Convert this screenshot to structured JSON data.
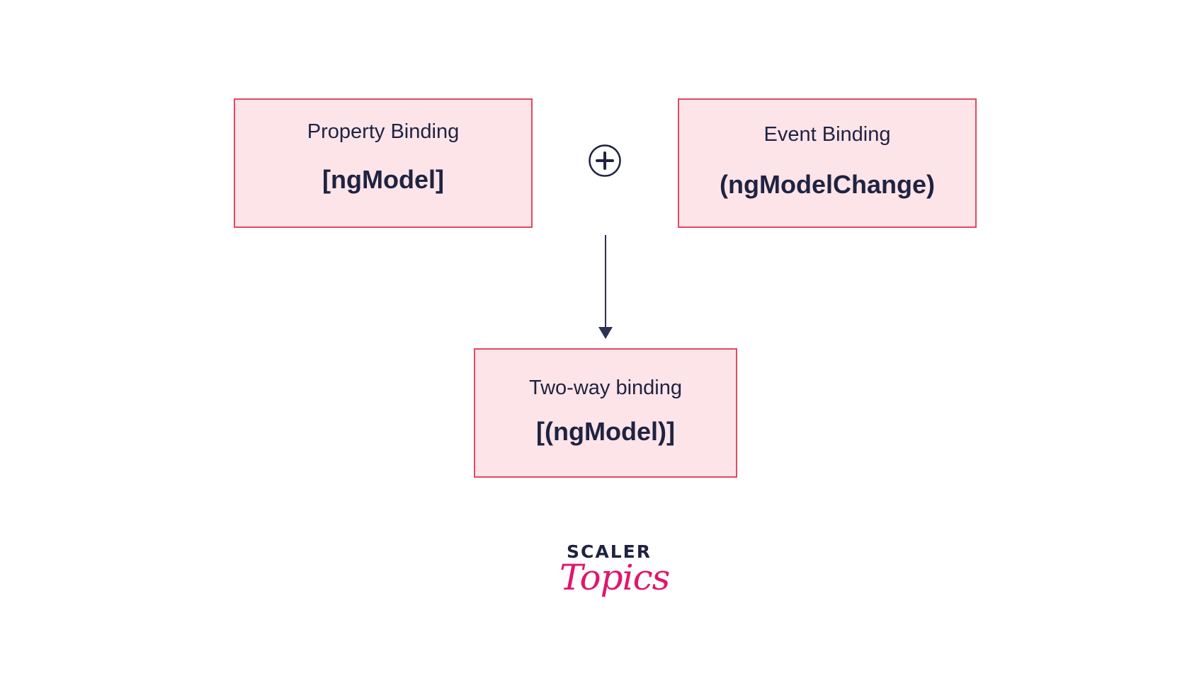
{
  "boxes": {
    "property": {
      "label": "Property Binding",
      "code": "[ngModel]"
    },
    "event": {
      "label": "Event Binding",
      "code": "(ngModelChange)"
    },
    "twoway": {
      "label": "Two-way binding",
      "code": "[(ngModel)]"
    }
  },
  "operator_icon": "plus-circle-icon",
  "connector_icon": "arrow-down-icon",
  "logo": {
    "top": "SCALER",
    "bottom": "Topics"
  },
  "colors": {
    "box_fill": "#fde4e8",
    "box_border": "#e04a62",
    "text": "#1f2341",
    "accent": "#e0166d"
  }
}
